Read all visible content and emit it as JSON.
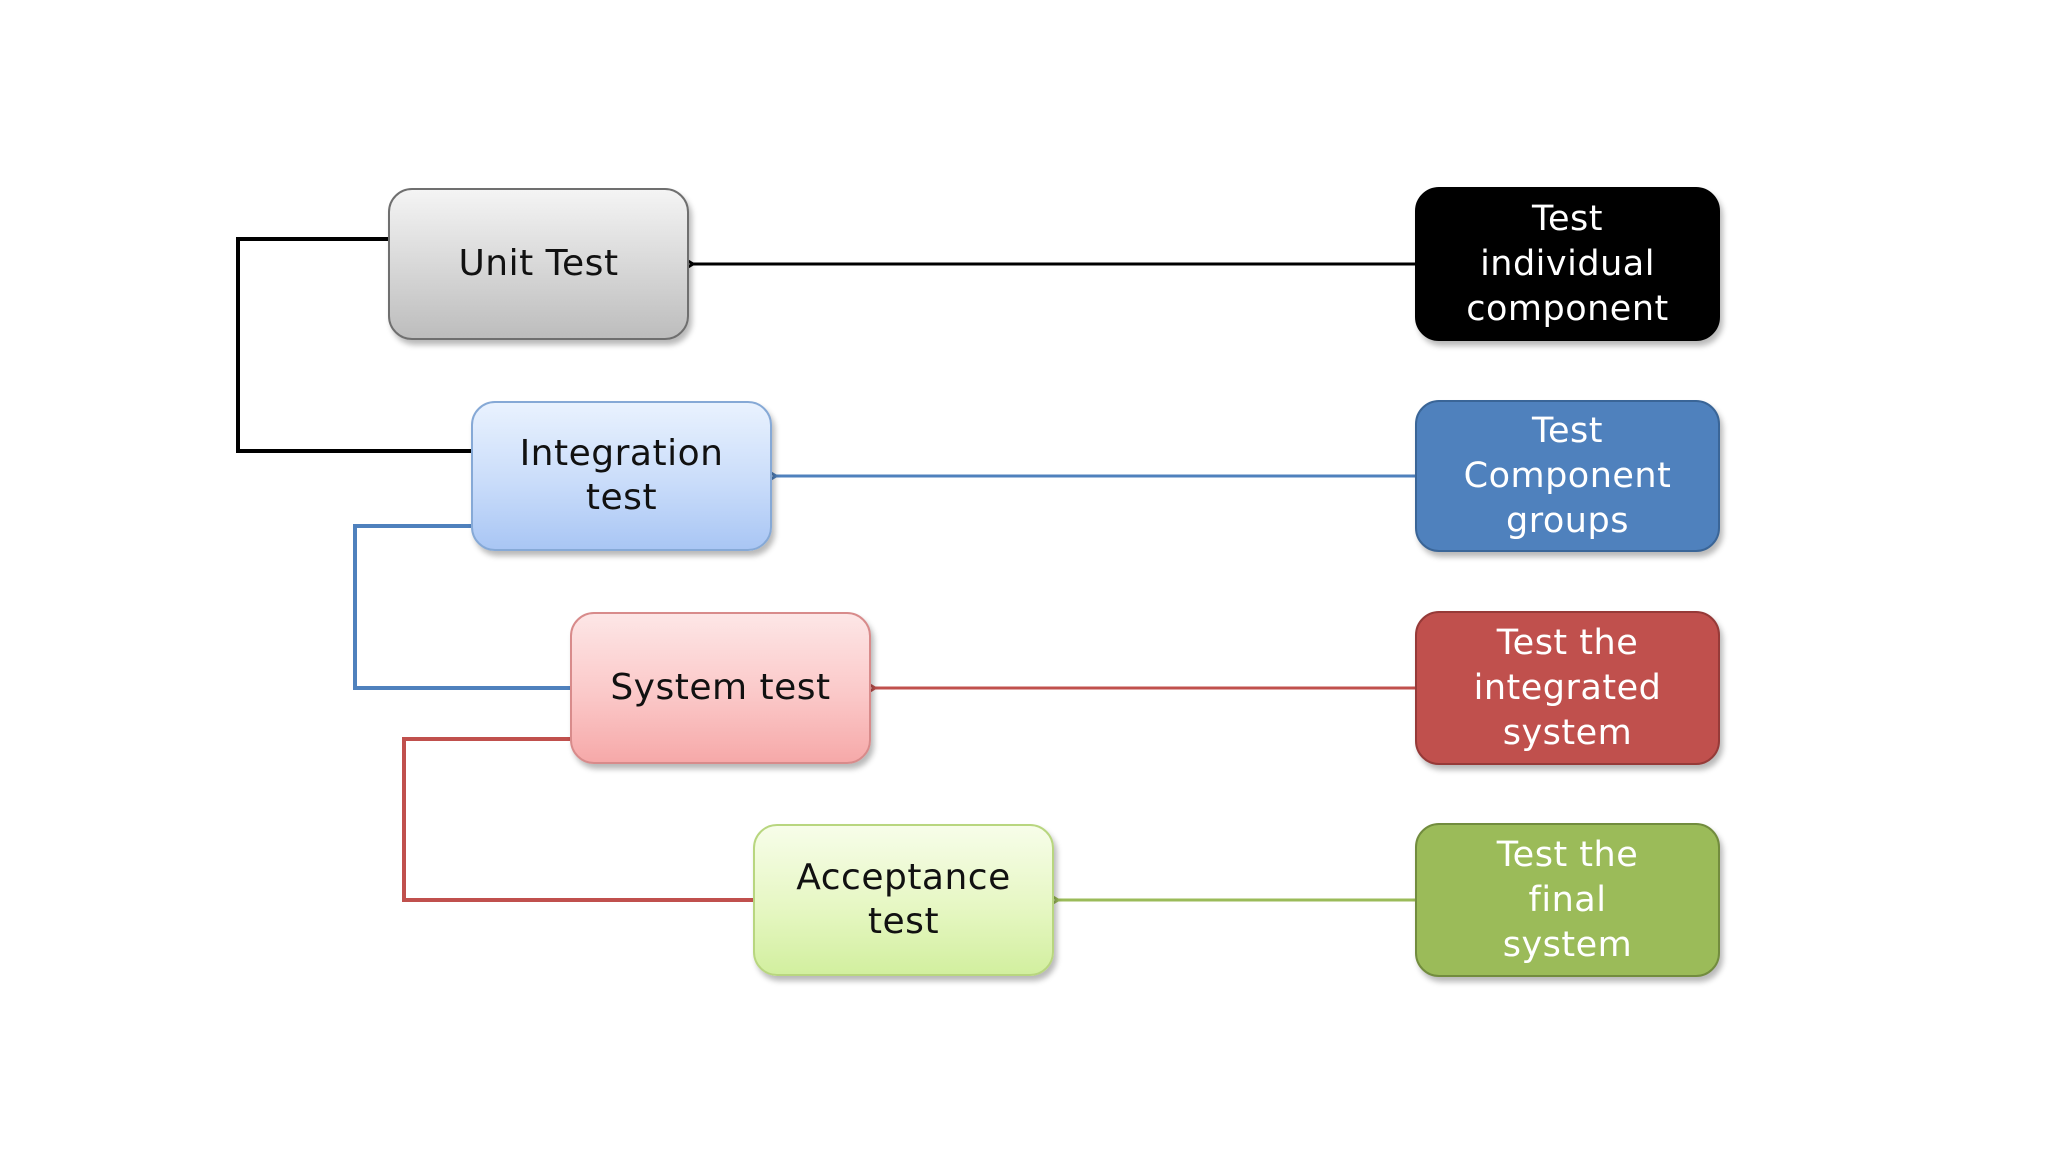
{
  "stages": [
    {
      "label": "Unit Test",
      "color": "#000000"
    },
    {
      "label": "Integration\ntest",
      "color": "#4f81bd"
    },
    {
      "label": "System test",
      "color": "#c0504d"
    },
    {
      "label": "Acceptance\ntest",
      "color": "#9bbb59"
    }
  ],
  "descriptions": [
    {
      "label": "Test\nindividual\ncomponent",
      "color": "#000000"
    },
    {
      "label": "Test\nComponent\ngroups",
      "color": "#4f81bd"
    },
    {
      "label": "Test the\nintegrated\nsystem",
      "color": "#c0504d"
    },
    {
      "label": "Test the\nfinal\nsystem",
      "color": "#9bbb59"
    }
  ]
}
